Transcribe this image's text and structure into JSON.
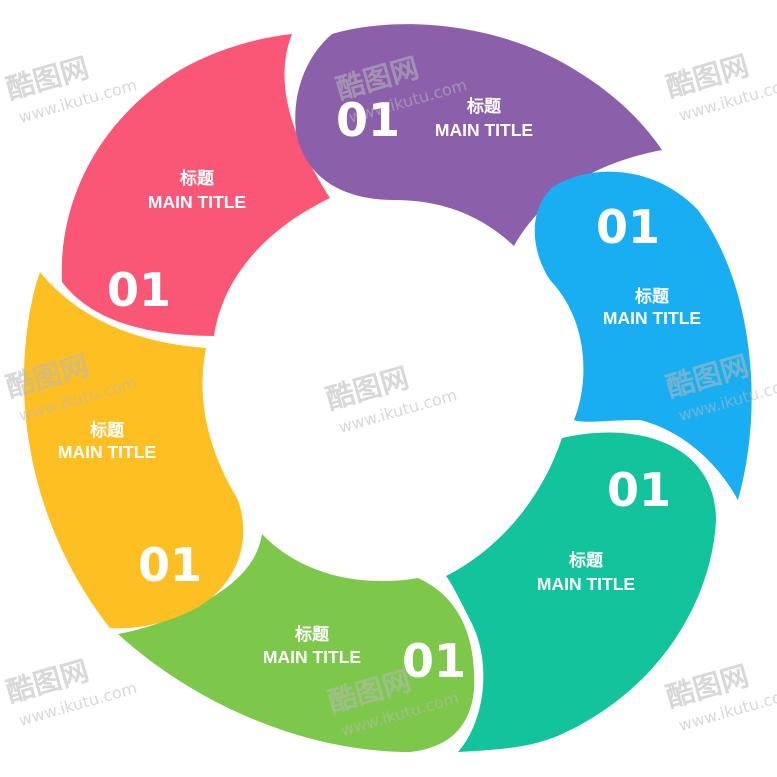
{
  "colors": {
    "purple": "#8c5fab",
    "blue": "#19aef2",
    "teal": "#13c39c",
    "green": "#7dc84a",
    "yellow": "#fdbf21",
    "pink": "#fa5777",
    "text": "#ffffff",
    "watermark": "#b9b9b9"
  },
  "segments": [
    {
      "id": "purple",
      "number": "01",
      "title_cn": "标题",
      "title_en": "MAIN TITLE"
    },
    {
      "id": "blue",
      "number": "01",
      "title_cn": "标题",
      "title_en": "MAIN TITLE"
    },
    {
      "id": "teal",
      "number": "01",
      "title_cn": "标题",
      "title_en": "MAIN TITLE"
    },
    {
      "id": "green",
      "number": "01",
      "title_cn": "标题",
      "title_en": "MAIN TITLE"
    },
    {
      "id": "yellow",
      "number": "01",
      "title_cn": "标题",
      "title_en": "MAIN TITLE"
    },
    {
      "id": "pink",
      "number": "01",
      "title_cn": "标题",
      "title_en": "MAIN TITLE"
    }
  ],
  "watermark": {
    "brand": "酷图网",
    "url": "www.ikutu.com"
  }
}
